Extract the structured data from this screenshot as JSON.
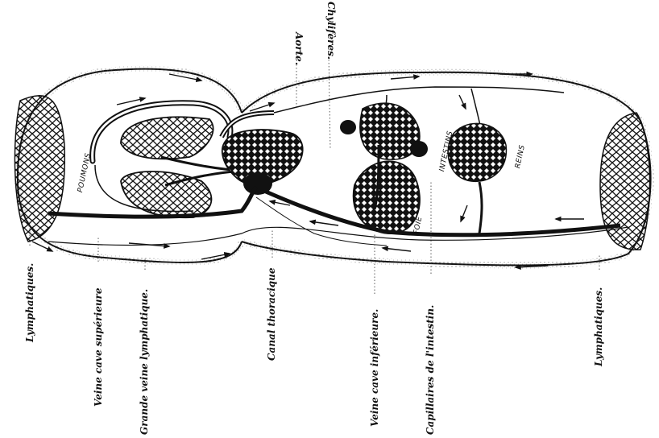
{
  "labels": {
    "lymphatiques_left": "Lymphatiques.",
    "veine_cave_superieure": "Veine cave supérieure",
    "grande_veine_lymphatique": "Grande veine lymphatique.",
    "canal_thoracique": "Canal thoracique",
    "veine_cave_inferieure": "Veine cave inférieure.",
    "capillaires_intestin": "Capillaires de l'intestin.",
    "lymphatiques_right": "Lymphatiques.",
    "aorte": "Aorte.",
    "chyliferes": "Chylifères."
  },
  "organs": {
    "poumons": "POUMONS",
    "foie": "FOIE",
    "intestins": "INTESTINS",
    "reins": "REINS"
  }
}
